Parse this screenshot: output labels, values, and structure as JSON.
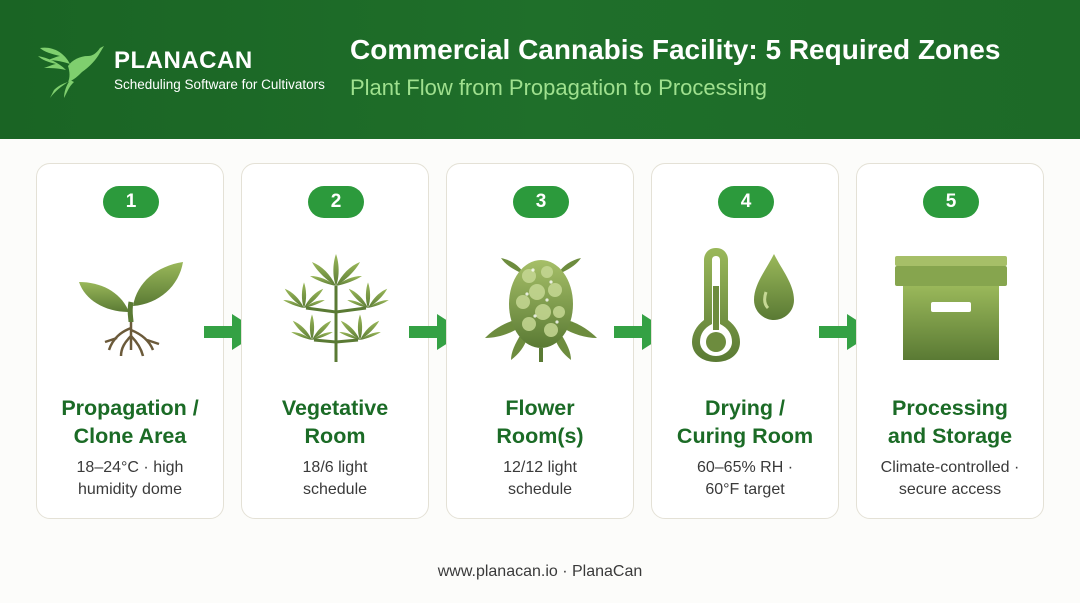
{
  "header": {
    "brand_name": "PLANACAN",
    "brand_tagline": "Scheduling Software for Cultivators",
    "title": "Commercial Cannabis Facility: 5 Required Zones",
    "subtitle": "Plant Flow from Propagation to Processing",
    "logo_icon": "hummingbird-icon"
  },
  "zones": [
    {
      "number": "1",
      "title_line1": "Propagation /",
      "title_line2": "Clone Area",
      "desc_line1": "18–24°C · high",
      "desc_line2": "humidity dome",
      "icon": "seedling-icon"
    },
    {
      "number": "2",
      "title_line1": "Vegetative",
      "title_line2": "Room",
      "desc_line1": "18/6 light",
      "desc_line2": "schedule",
      "icon": "cannabis-plant-icon"
    },
    {
      "number": "3",
      "title_line1": "Flower",
      "title_line2": "Room(s)",
      "desc_line1": "12/12 light",
      "desc_line2": "schedule",
      "icon": "cannabis-bud-icon"
    },
    {
      "number": "4",
      "title_line1": "Drying /",
      "title_line2": "Curing Room",
      "desc_line1": "60–65% RH ·",
      "desc_line2": "60°F target",
      "icon": "thermometer-droplet-icon"
    },
    {
      "number": "5",
      "title_line1": "Processing",
      "title_line2": "and Storage",
      "desc_line1": "Climate-controlled ·",
      "desc_line2": "secure access",
      "icon": "storage-box-icon"
    }
  ],
  "footer": {
    "text": "www.planacan.io · PlanaCan"
  },
  "colors": {
    "header_green": "#1f6f2a",
    "accent_green": "#2c9a3c",
    "title_green": "#1b6b26",
    "subtitle_green": "#9fe08e",
    "icon_olive": "#7a9a48"
  }
}
